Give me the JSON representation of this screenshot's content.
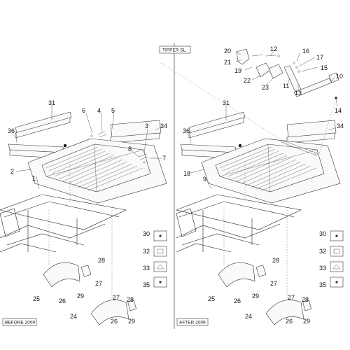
{
  "captions": {
    "tipper": "TIPPER SL",
    "before": "BEFORE 2009",
    "after": "AFTER 2009"
  },
  "left": {
    "p31": "31",
    "p6": "6",
    "p4": "4",
    "p5": "5",
    "p36": "36",
    "p3": "3",
    "p34": "34",
    "p8": "8",
    "p7": "7",
    "p2": "2",
    "p1": "1",
    "p30": "30",
    "p32": "32",
    "p33": "33",
    "p35": "35",
    "p28a": "28",
    "p27a": "27",
    "p25": "25",
    "p26a": "26",
    "p29a": "29",
    "p27b": "27",
    "p28b": "28",
    "p24": "24",
    "p26b": "26",
    "p29b": "29"
  },
  "right": {
    "p31": "31",
    "p36": "36",
    "p34": "34",
    "p18": "18",
    "p9": "9",
    "p30": "30",
    "p32": "32",
    "p33": "33",
    "p35": "35",
    "p28a": "28",
    "p27a": "27",
    "p25": "25",
    "p26a": "26",
    "p29a": "29",
    "p27b": "27",
    "p28b": "28",
    "p24": "24",
    "p26b": "26",
    "p29b": "29"
  },
  "detail": {
    "p20": "20",
    "p21": "21",
    "p19": "19",
    "p22": "22",
    "p12": "12",
    "p16": "16",
    "p17": "17",
    "p15": "15",
    "p23": "23",
    "p11": "11",
    "p13": "13",
    "p10": "10",
    "p14": "14"
  }
}
